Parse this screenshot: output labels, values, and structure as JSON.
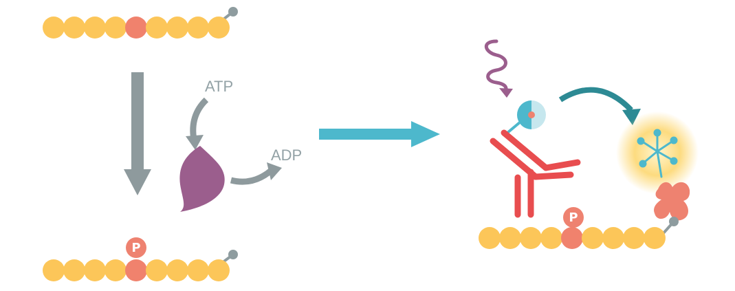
{
  "labels": {
    "atp": "ATP",
    "adp": "ADP",
    "phospho_top": "P",
    "phospho_right": "P"
  },
  "colors": {
    "bead": "#fcc659",
    "bead_marked": "#f0826d",
    "phospho": "#ee8270",
    "stem": "#8e9c9f",
    "gray_arrow": "#8e9a9d",
    "kinase": "#9b5e8d",
    "blue_arrow": "#4db8cc",
    "antibody": "#e84d4f",
    "teal": "#2d8a94",
    "glow": "#fdd775",
    "star": "#ee8270",
    "wave": "#9b5e8d"
  },
  "icons": {
    "kinase": "kinase-enzyme-icon",
    "antibody": "antibody-icon",
    "fluorophore": "fluorophore-icon",
    "binding_star": "binding-protein-icon"
  }
}
